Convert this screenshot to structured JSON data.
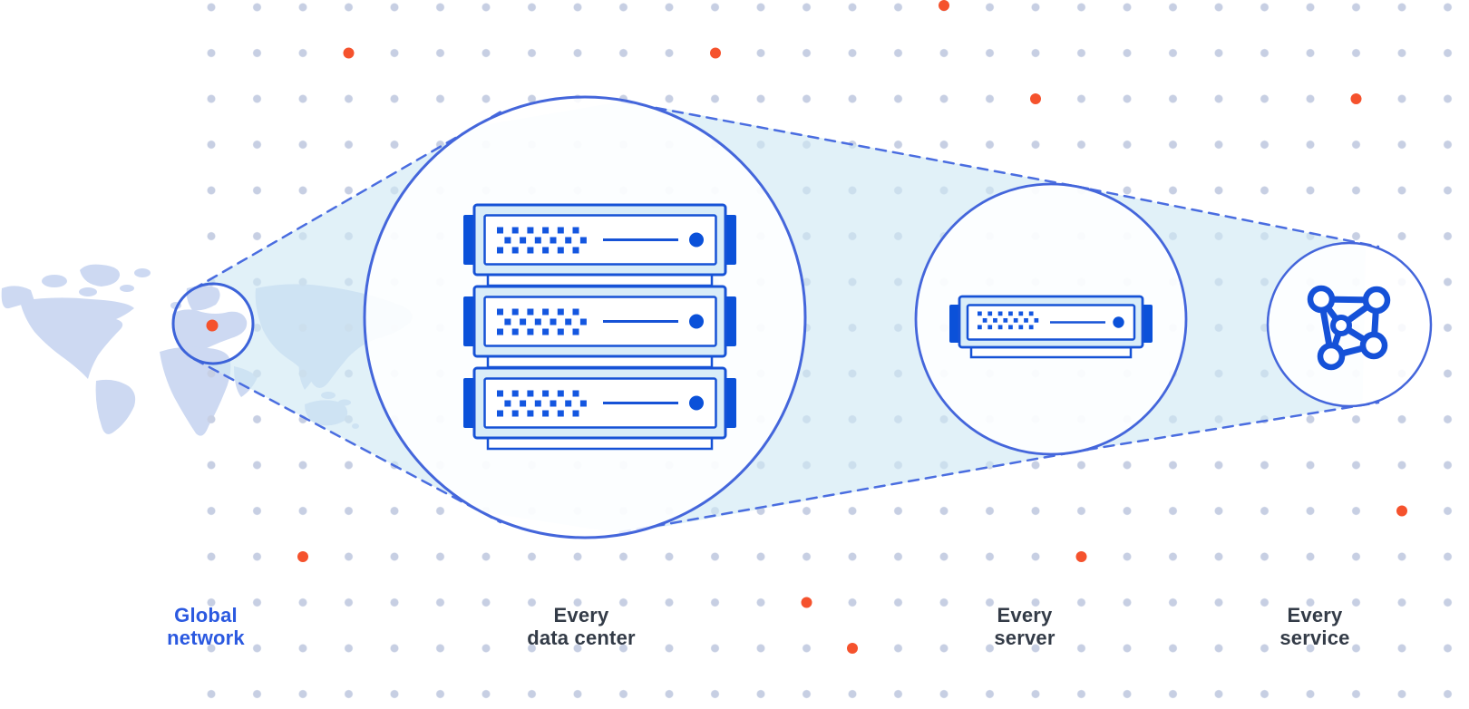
{
  "diagram": {
    "stages": [
      {
        "id": "global-network",
        "lines": [
          "Global",
          "network"
        ],
        "highlighted": true
      },
      {
        "id": "every-data-center",
        "lines": [
          "Every",
          "data center"
        ],
        "highlighted": false
      },
      {
        "id": "every-server",
        "lines": [
          "Every",
          "server"
        ],
        "highlighted": false
      },
      {
        "id": "every-service",
        "lines": [
          "Every",
          "service"
        ],
        "highlighted": false
      }
    ],
    "icons": [
      "world-map-icon",
      "location-marker-icon",
      "server-rack-icon",
      "server-icon",
      "mesh-network-icon"
    ],
    "colors": {
      "accent_orange": "#f5522d",
      "circle_stroke_blue": "#4466db",
      "dash_blue": "#4a6de0",
      "server_border_blue": "#1652d6",
      "server_solid_blue": "#0b51d9",
      "server_pale_cyan": "#d9edf8",
      "beam_cyan": "#cfe9f3",
      "map_fill": "#cdd9f2",
      "grid_dot": "#c7cfe3",
      "label_dark": "#333b47",
      "label_blue": "#2b59e0"
    }
  }
}
